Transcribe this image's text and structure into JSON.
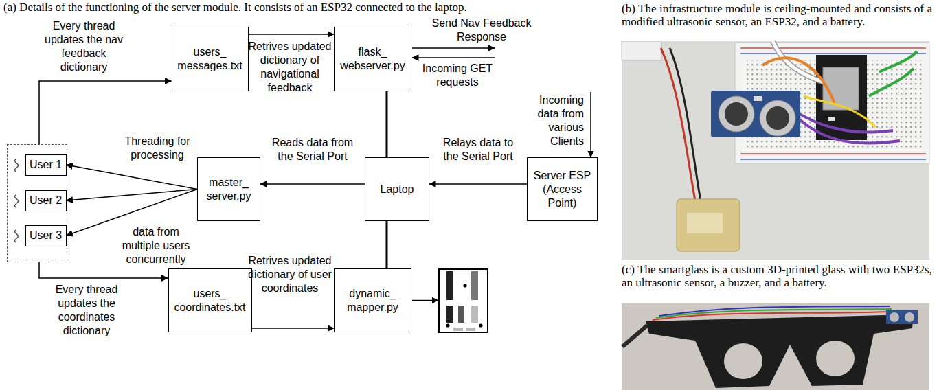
{
  "diagram": {
    "caption": "(a) Details of the functioning of the server module. It consists of an ESP32 connected to the laptop.",
    "nodes": [
      {
        "text": []
      },
      {
        "text": [
          "User 1"
        ],
        "in": 0
      },
      {
        "text": [
          "User 2"
        ],
        "in": 0
      },
      {
        "text": [
          "User 3"
        ],
        "in": 0
      },
      {
        "text": [
          "users_ messages.txt"
        ]
      },
      {
        "text": [
          "flask_ webserver.py"
        ]
      },
      {
        "text": [
          "master_ server.py"
        ]
      },
      {
        "text": [
          "Laptop"
        ]
      },
      {
        "text": [
          "Server ESP (Access Point)"
        ]
      },
      {
        "text": [
          "users_ coordinates.txt"
        ]
      },
      {
        "text": [
          "dynamic_ mapper.py"
        ]
      }
    ],
    "edges": [
      {
        "from": 0,
        "to": 4,
        "arrow": "to",
        "label": "Every thread updates the nav feedback dictionary"
      },
      {
        "from": 4,
        "to": 5,
        "arrow": "to",
        "label": "Retrives updated dictionary of navigational feedback"
      },
      {
        "from": 5,
        "to": 7,
        "arrow": "none"
      },
      {
        "from": 7,
        "to": 6,
        "arrow": "to",
        "label": "Reads data from the Serial Port"
      },
      {
        "from": 8,
        "to": 7,
        "arrow": "to",
        "label": "Relays data to the Serial Port"
      },
      {
        "from": 6,
        "to": 1,
        "arrow": "to",
        "label": "Threading for processing"
      },
      {
        "from": 6,
        "to": 2,
        "arrow": "to"
      },
      {
        "from": 6,
        "to": 3,
        "arrow": "to",
        "label": "data from multiple users concurrently"
      },
      {
        "from": 0,
        "to": 9,
        "arrow": "to",
        "label": "Every thread updates the coordinates dictionary"
      },
      {
        "from": 9,
        "to": 10,
        "arrow": "to",
        "label": "Retrives updated dictionary of user coordinates"
      },
      {
        "from": 7,
        "to": 10,
        "arrow": "none"
      }
    ],
    "labels": [
      "Send Nav Feedback Response",
      "Incoming GET requests",
      "Incoming data from various Clients",
      "(b) The infrastructure module is ceiling-mounted and consists of a modified ultrasonic sensor, an ESP32, and a battery.",
      "(c) The smartglass is a custom 3D-printed glass with two ESP32s, an ultrasonic sensor, a buzzer, and a battery."
    ]
  }
}
